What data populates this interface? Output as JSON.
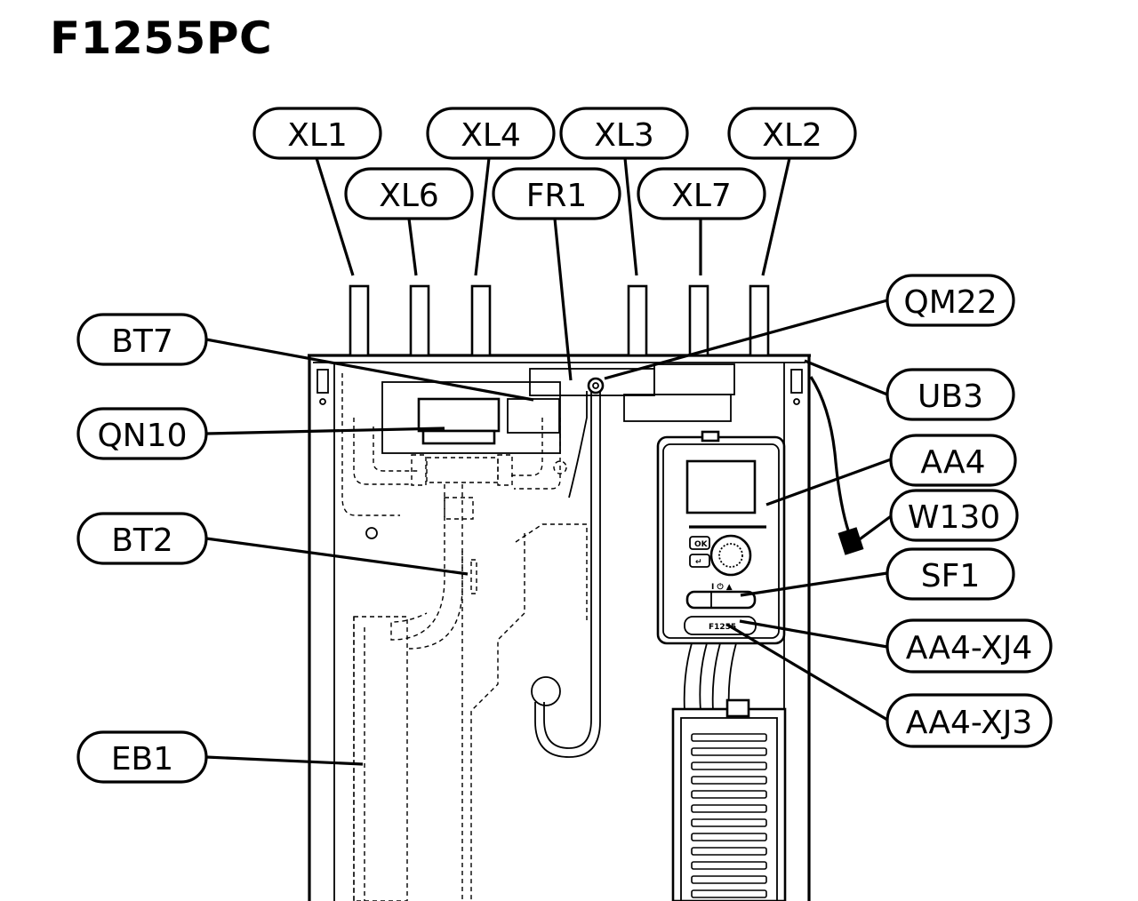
{
  "title": "F1255PC",
  "display": {
    "ok_button": "OK",
    "back_button": "↵",
    "switch_symbols": "I ⏻ ▲",
    "model_plate": "F1255"
  },
  "labels": [
    {
      "id": "XL1",
      "text": "XL1"
    },
    {
      "id": "XL6",
      "text": "XL6"
    },
    {
      "id": "XL4",
      "text": "XL4"
    },
    {
      "id": "FR1",
      "text": "FR1"
    },
    {
      "id": "XL3",
      "text": "XL3"
    },
    {
      "id": "XL7",
      "text": "XL7"
    },
    {
      "id": "XL2",
      "text": "XL2"
    },
    {
      "id": "QM22",
      "text": "QM22"
    },
    {
      "id": "UB3",
      "text": "UB3"
    },
    {
      "id": "AA4",
      "text": "AA4"
    },
    {
      "id": "W130",
      "text": "W130"
    },
    {
      "id": "SF1",
      "text": "SF1"
    },
    {
      "id": "AA4-XJ4",
      "text": "AA4-XJ4"
    },
    {
      "id": "AA4-XJ3",
      "text": "AA4-XJ3"
    },
    {
      "id": "BT7",
      "text": "BT7"
    },
    {
      "id": "QN10",
      "text": "QN10"
    },
    {
      "id": "BT2",
      "text": "BT2"
    },
    {
      "id": "EB1",
      "text": "EB1"
    }
  ]
}
